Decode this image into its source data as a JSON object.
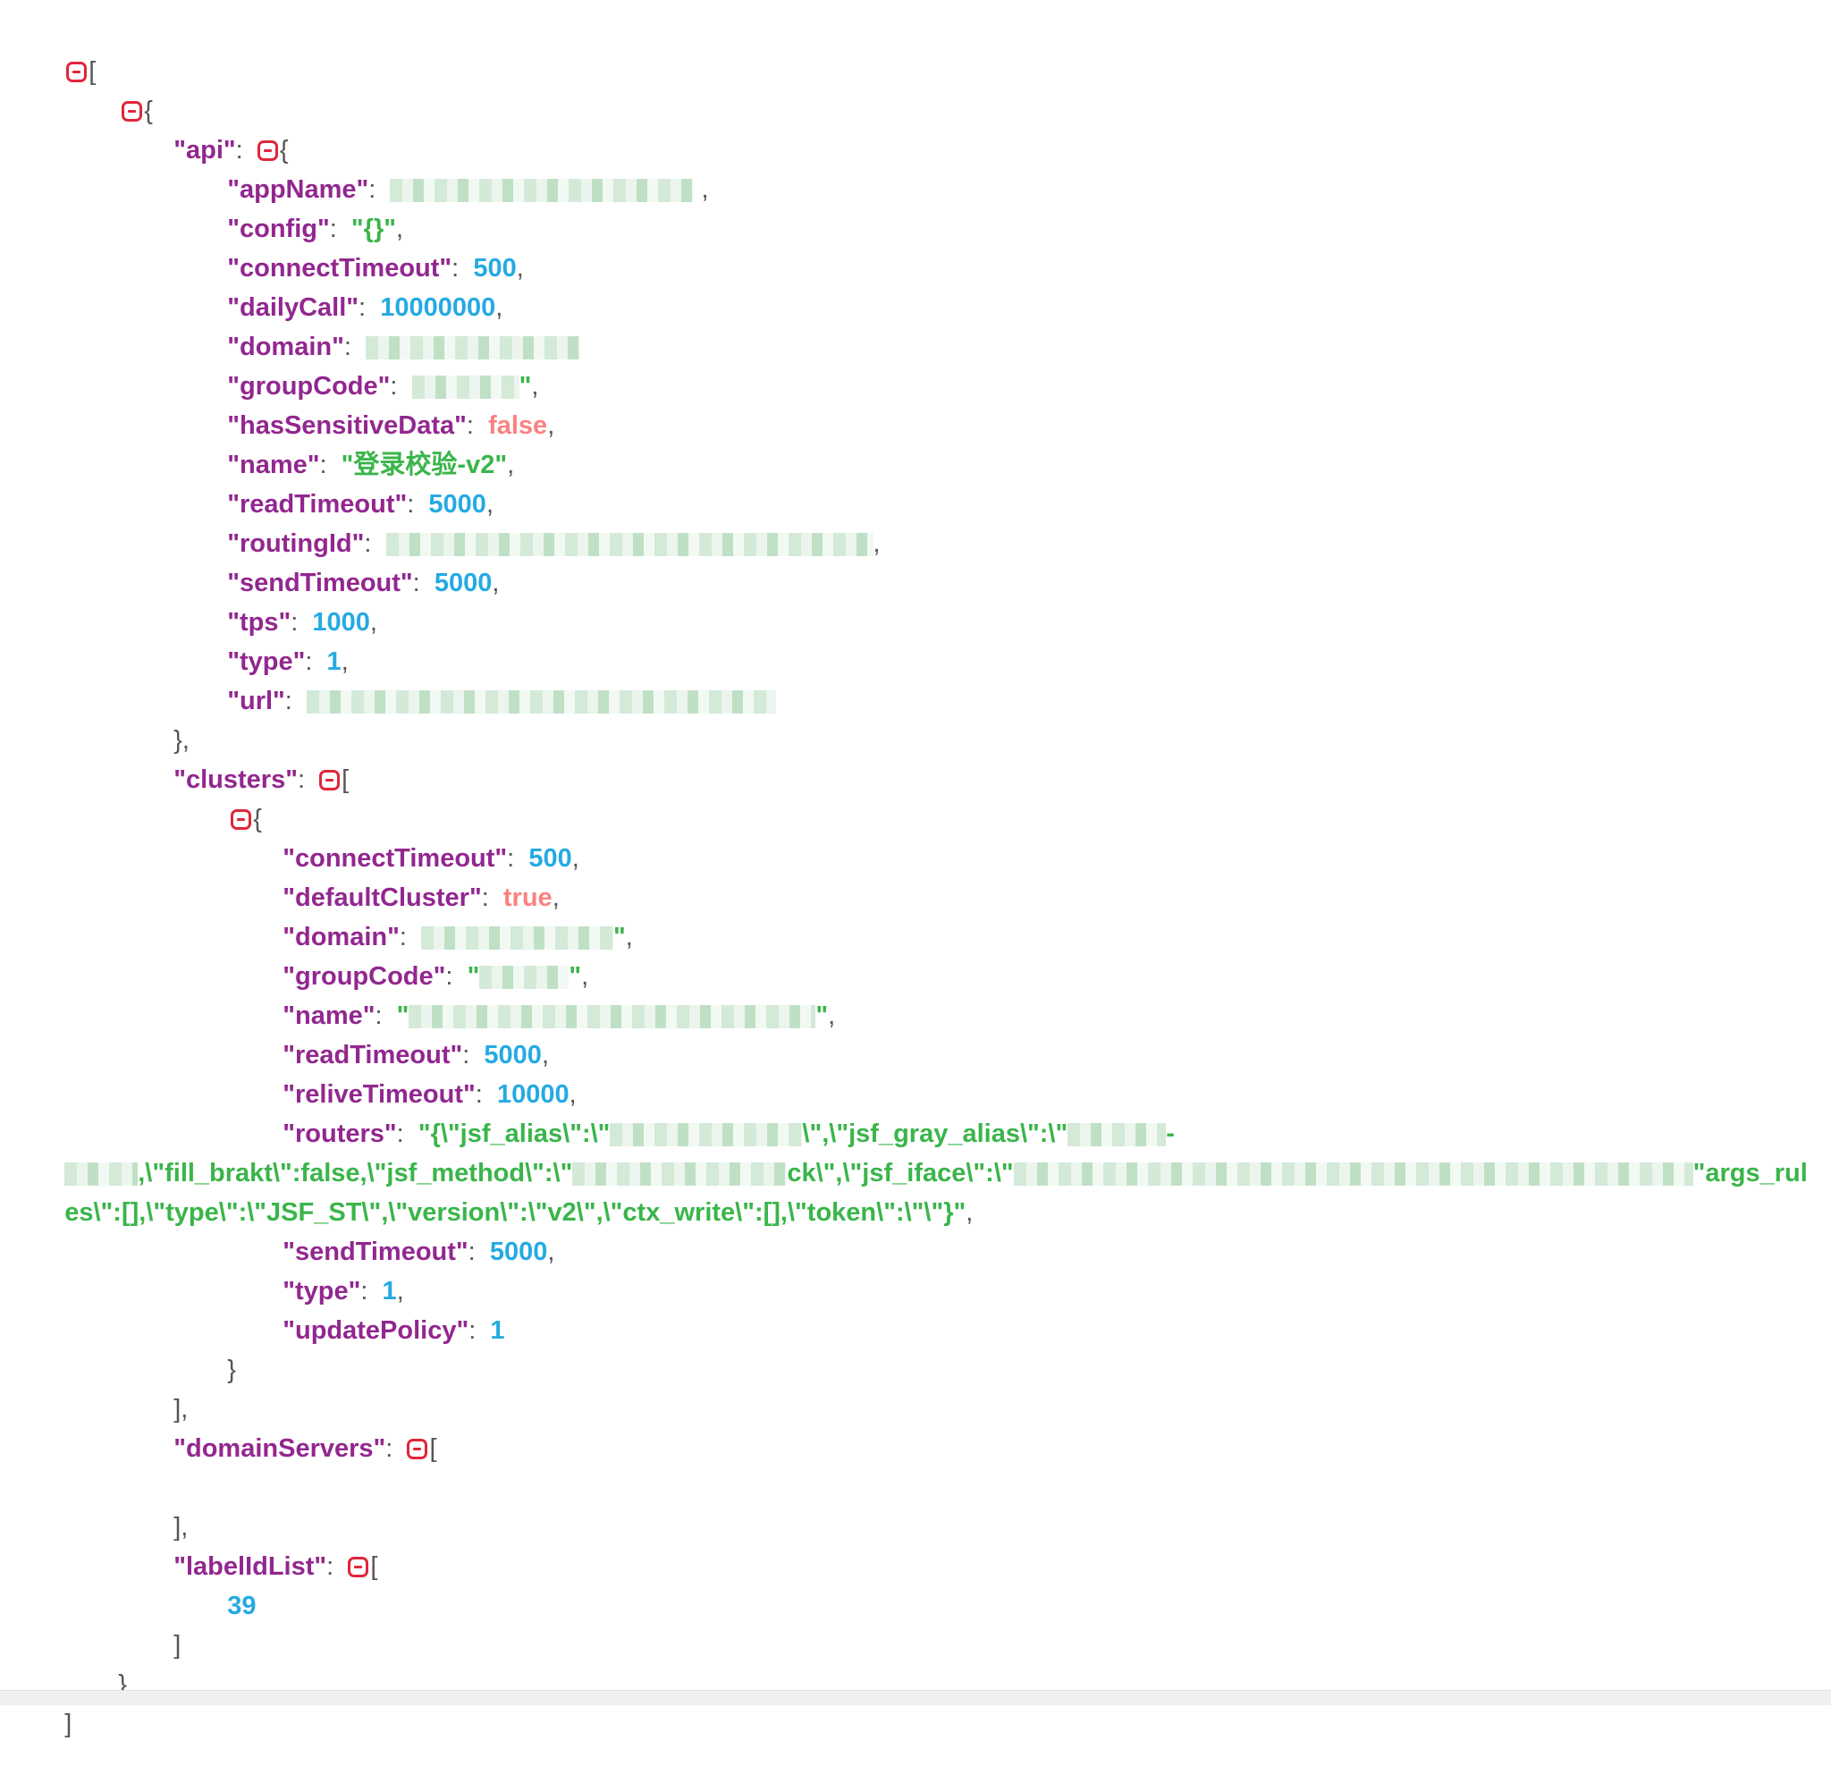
{
  "viewer": {
    "api": {
      "appName_key": "\"appName\"",
      "config_key": "\"config\"",
      "config_val": "\"{}\"",
      "connectTimeout_key": "\"connectTimeout\"",
      "connectTimeout_val": "500",
      "dailyCall_key": "\"dailyCall\"",
      "dailyCall_val": "10000000",
      "domain_key": "\"domain\"",
      "groupCode_key": "\"groupCode\"",
      "hasSensitiveData_key": "\"hasSensitiveData\"",
      "hasSensitiveData_val": "false",
      "name_key": "\"name\"",
      "name_val": "\"登录校验-v2\"",
      "readTimeout_key": "\"readTimeout\"",
      "readTimeout_val": "5000",
      "routingId_key": "\"routingId\"",
      "sendTimeout_key": "\"sendTimeout\"",
      "sendTimeout_val": "5000",
      "tps_key": "\"tps\"",
      "tps_val": "1000",
      "type_key": "\"type\"",
      "type_val": "1",
      "url_key": "\"url\""
    },
    "api_key": "\"api\"",
    "clusters_key": "\"clusters\"",
    "cluster": {
      "connectTimeout_key": "\"connectTimeout\"",
      "connectTimeout_val": "500",
      "defaultCluster_key": "\"defaultCluster\"",
      "defaultCluster_val": "true",
      "domain_key": "\"domain\"",
      "groupCode_key": "\"groupCode\"",
      "name_key": "\"name\"",
      "readTimeout_key": "\"readTimeout\"",
      "readTimeout_val": "5000",
      "reliveTimeout_key": "\"reliveTimeout\"",
      "reliveTimeout_val": "10000",
      "routers_key": "\"routers\"",
      "routers_part1": "\"{\\\"jsf_alias\\\":\\\"",
      "routers_part2": "\\\",\\\"jsf_gray_alias\\\":\\\"",
      "routers_part3": "-",
      "routers_part4": ",\\\"fill_brakt\\\":false,\\\"jsf_method\\\":\\\"",
      "routers_part5": "ck\\\",\\\"jsf_iface\\\":\\\"",
      "routers_part6": "\"args_rul",
      "routers_part7": "es\\\":[],\\\"type\\\":\\\"JSF_ST\\\",\\\"version\\\":\\\"v2\\\",\\\"ctx_write\\\":[],\\\"token\\\":\\\"\\\"}\"",
      "sendTimeout_key": "\"sendTimeout\"",
      "sendTimeout_val": "5000",
      "type_key": "\"type\"",
      "type_val": "1",
      "updatePolicy_key": "\"updatePolicy\"",
      "updatePolicy_val": "1"
    },
    "domainServers_key": "\"domainServers\"",
    "labelIdList_key": "\"labelIdList\"",
    "labelIdList_val": "39",
    "colors": {
      "key": "#92278f",
      "string": "#3ab54a",
      "number": "#25aae2",
      "boolean": "#f98280",
      "toggle": "#e0263a"
    },
    "icons": {
      "collapse": "collapse-toggle-icon"
    }
  }
}
